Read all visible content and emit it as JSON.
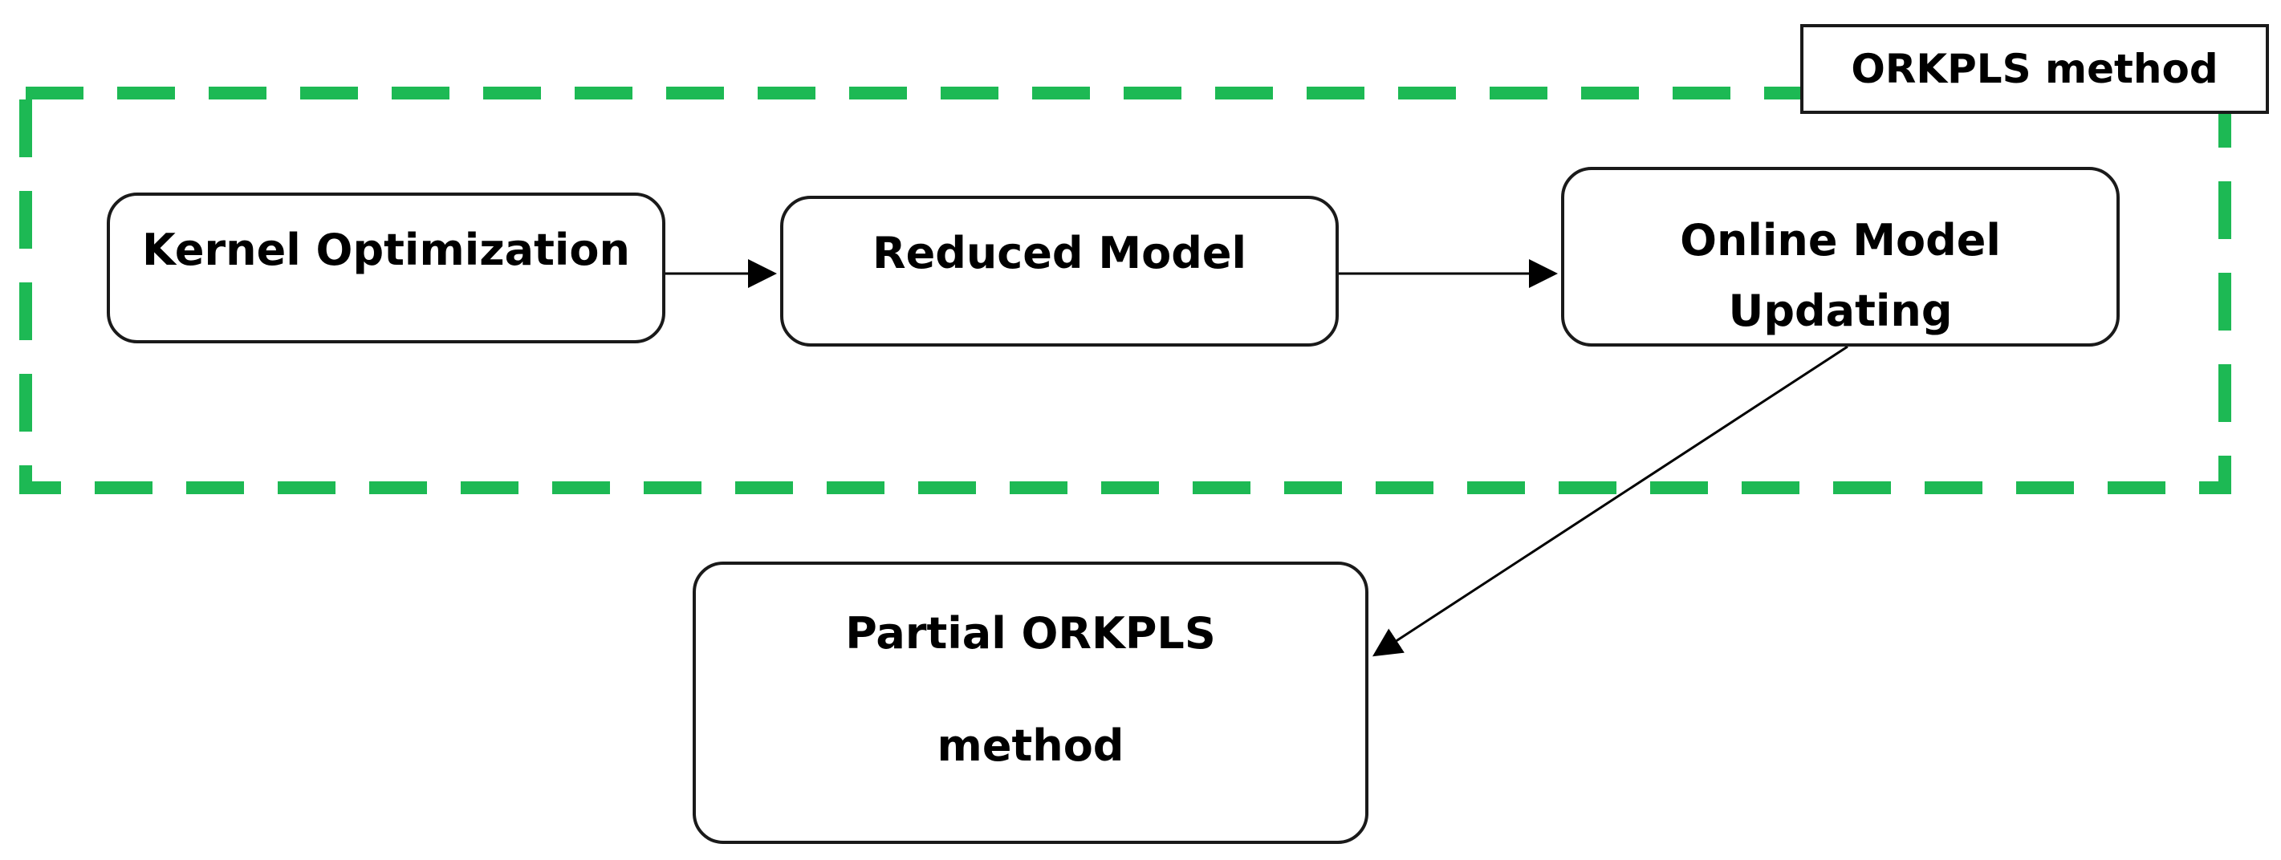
{
  "diagram": {
    "group": {
      "label": "ORKPLS method",
      "border_color": "#1db954"
    },
    "nodes": [
      {
        "id": "kernel",
        "lines": [
          "Kernel Optimization"
        ]
      },
      {
        "id": "reduced",
        "lines": [
          "Reduced Model"
        ]
      },
      {
        "id": "online",
        "lines": [
          "Online Model",
          "Updating"
        ]
      },
      {
        "id": "partial",
        "lines": [
          "Partial ORKPLS",
          "method"
        ]
      }
    ],
    "edges": [
      {
        "from": "kernel",
        "to": "reduced"
      },
      {
        "from": "reduced",
        "to": "online"
      },
      {
        "from": "online",
        "to": "partial"
      }
    ],
    "colors": {
      "stroke": "#1a1a1a",
      "background": "#ffffff",
      "dash": "#1db954"
    }
  }
}
